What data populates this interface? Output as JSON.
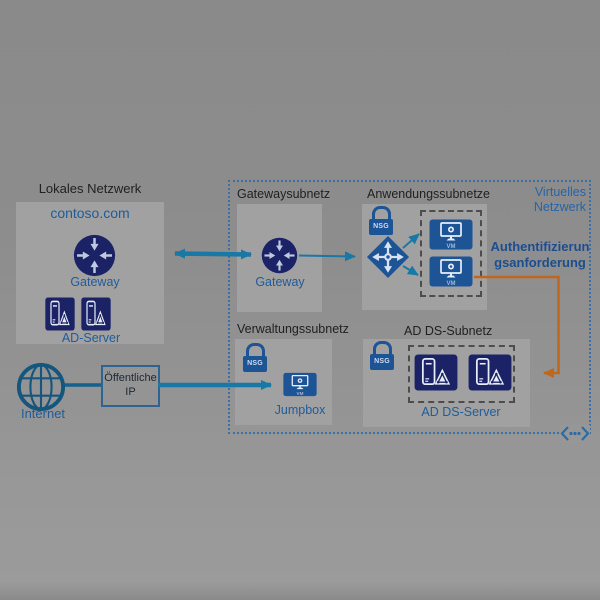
{
  "local_network": {
    "title": "Lokales Netzwerk",
    "domain": "contoso.com",
    "gateway_label": "Gateway",
    "ad_server_label": "AD-Server"
  },
  "internet": {
    "label": "Internet",
    "public_ip_line1": "Öffentliche",
    "public_ip_line2": "IP"
  },
  "virtual_network": {
    "title_line1": "Virtuelles",
    "title_line2": "Netzwerk",
    "gateway_subnet": {
      "title": "Gatewaysubnetz",
      "gateway_label": "Gateway"
    },
    "application_subnet": {
      "title": "Anwendungssubnetze",
      "nsg_label": "NSG",
      "vm_label": "VM"
    },
    "management_subnet": {
      "title": "Verwaltungssubnetz",
      "nsg_label": "NSG",
      "vm_label": "VM",
      "jumpbox_label": "Jumpbox"
    },
    "ad_ds_subnet": {
      "title": "AD DS-Subnetz",
      "nsg_label": "NSG",
      "server_label": "AD DS-Server"
    }
  },
  "annotations": {
    "auth_request_line1": "Authentifizierun",
    "auth_request_line2": "gsanforderung"
  },
  "colors": {
    "navy_icon": "#1b2366",
    "blue_icon": "#1d5496",
    "teal_arrow": "#1878a6",
    "orange_arrow": "#c2661c",
    "blue_text": "#1f5c99",
    "dark_text": "#212121",
    "vnet_border": "#3a6fa8"
  }
}
